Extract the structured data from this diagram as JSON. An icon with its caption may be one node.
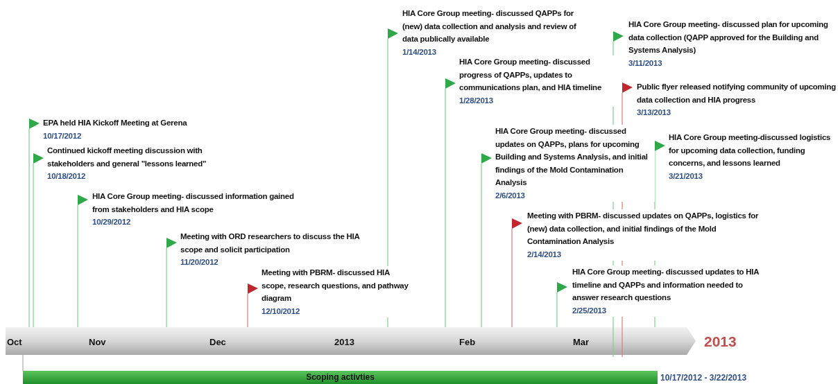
{
  "diagram": {
    "nodes": [
      {
        "text": [
          "EPA held HIA Kickoff Meeting at Gerena",
          "10/17/2012"
        ]
      },
      {
        "text": [
          "Continued kickoff meeting discussion with stakeholders and general \"lessons learned\"",
          "10/18/2012"
        ]
      },
      {
        "text": [
          "HIA Core Group meeting- discussed information gained from stakeholders and HIA scope",
          "10/29/2012"
        ]
      },
      {
        "text": [
          "Meeting with ORD researchers to discuss the HIA scope and solicit participation",
          "11/20/2012"
        ]
      },
      {
        "text": [
          "Meeting with PBRM- discussed HIA scope, research questions, and pathway diagram",
          "12/10/2012"
        ]
      },
      {
        "text": [
          "HIA Core Group meeting- discussed QAPPs for (new) data collection and analysis and review of data publically available",
          "1/14/2013"
        ]
      },
      {
        "text": [
          "HIA Core Group meeting- discussed progress of QAPPs, updates to communications plan, and HIA timeline",
          "1/28/2013"
        ]
      },
      {
        "text": [
          "HIA Core Group meeting- discussed updates on QAPPs, plans for upcoming Building and Systems Analysis, and initial findings of the Mold Contamination Analysis",
          "2/6/2013"
        ]
      },
      {
        "text": [
          "Meeting with PBRM- discussed updates on QAPPs, logistics for (new) data collection, and initial findings of the Mold Contamination Analysis",
          "2/14/2013"
        ]
      },
      {
        "text": [
          "HIA Core Group meeting- discussed updates to HIA timeline and QAPPs and information needed to answer research questions",
          "2/25/2013"
        ]
      },
      {
        "text": [
          "HIA Core Group meeting- discussed plan for upcoming data collection (QAPP approved for the Building and Systems Analysis)",
          "3/11/2013"
        ]
      },
      {
        "text": [
          "Public flyer released notifying community of upcoming data collection and HIA progress",
          "3/13/2013"
        ]
      },
      {
        "text": [
          "HIA Core Group meeting-discussed logistics for upcoming data collection, funding concerns, and lessons learned",
          "3/21/2013"
        ]
      },
      {
        "text": [
          "Scoping activties"
        ],
        "beside": [
          "10/17/2012 - 3/22/2013"
        ]
      }
    ],
    "labels": [
      "Oct",
      "Nov",
      "Dec",
      "2013",
      "Feb",
      "Mar",
      "2013"
    ]
  }
}
